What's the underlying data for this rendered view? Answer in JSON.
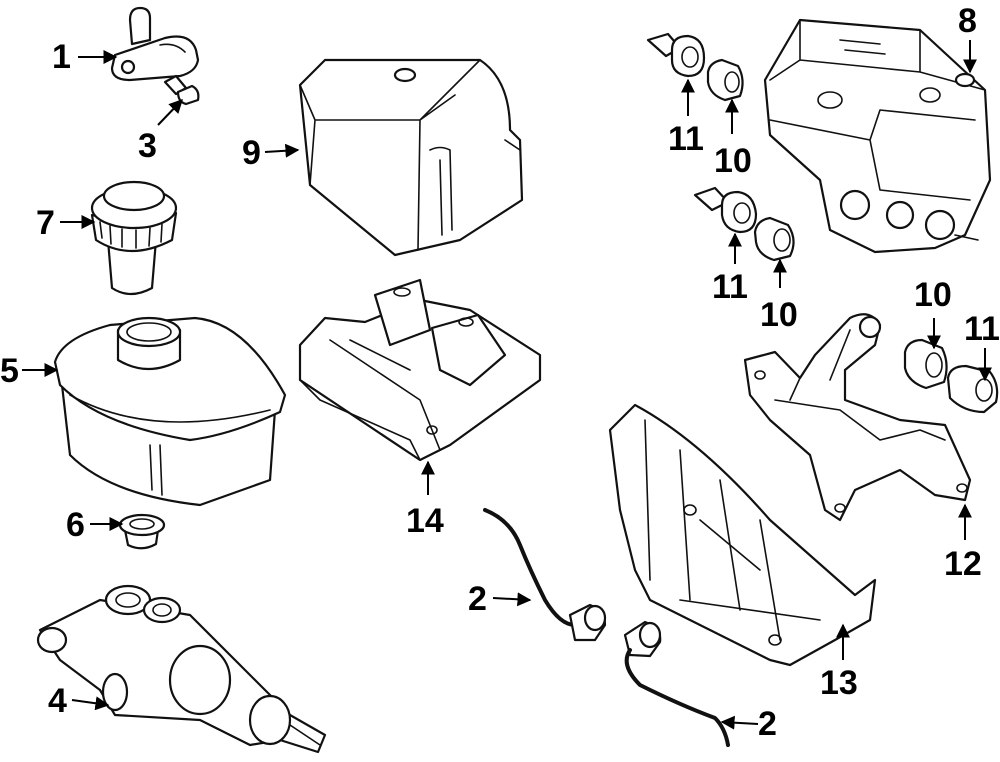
{
  "callouts": [
    {
      "id": "c1",
      "label": "1"
    },
    {
      "id": "c3",
      "label": "3"
    },
    {
      "id": "c7",
      "label": "7"
    },
    {
      "id": "c5",
      "label": "5"
    },
    {
      "id": "c6",
      "label": "6"
    },
    {
      "id": "c4",
      "label": "4"
    },
    {
      "id": "c9",
      "label": "9"
    },
    {
      "id": "c14",
      "label": "14"
    },
    {
      "id": "c2a",
      "label": "2"
    },
    {
      "id": "c2b",
      "label": "2"
    },
    {
      "id": "c8",
      "label": "8"
    },
    {
      "id": "c11a",
      "label": "11"
    },
    {
      "id": "c10a",
      "label": "10"
    },
    {
      "id": "c11b",
      "label": "11"
    },
    {
      "id": "c10b",
      "label": "10"
    },
    {
      "id": "c10c",
      "label": "10"
    },
    {
      "id": "c11c",
      "label": "11"
    },
    {
      "id": "c12",
      "label": "12"
    },
    {
      "id": "c13",
      "label": "13"
    }
  ]
}
